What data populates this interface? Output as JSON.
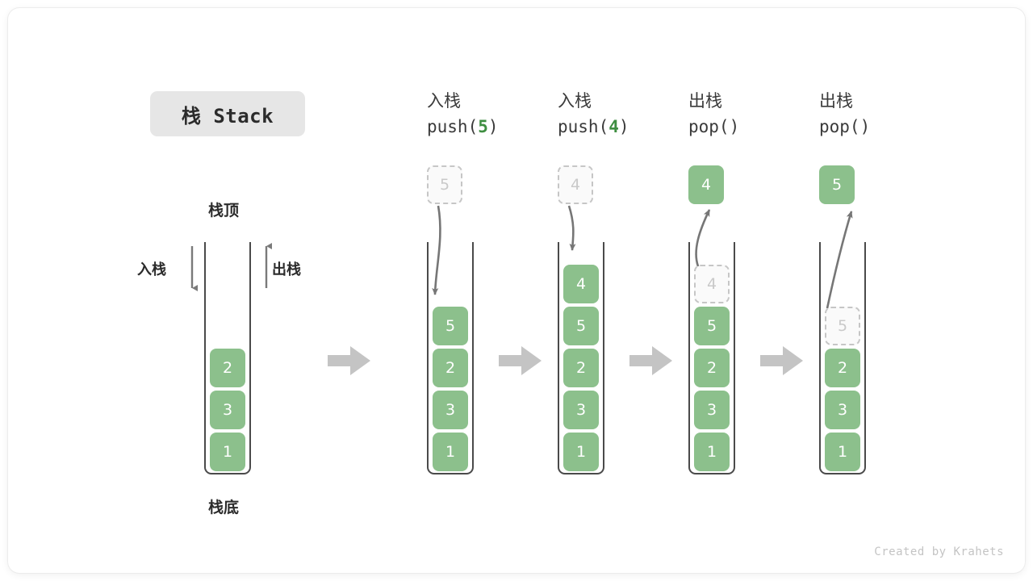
{
  "title": {
    "chip_label": "栈 Stack"
  },
  "labels": {
    "top": "栈顶",
    "bottom": "栈底",
    "push_side": "入栈",
    "pop_side": "出栈"
  },
  "colors": {
    "cell_green": "#8cc08c",
    "accent_green": "#3e8e41",
    "ghost_fill": "#fafafa",
    "ghost_border": "#c6c6c6",
    "ghost_text": "#c9c9c9",
    "wall": "#4a4a4a",
    "flow_arrow": "#c4c4c4",
    "curve_arrow": "#767676",
    "chip_bg": "#e6e6e6",
    "text": "#2b2b2b"
  },
  "columns": [
    {
      "id": "initial",
      "op": "",
      "fn_prefix": "",
      "fn_arg": "",
      "fn_suffix": "",
      "float_box": null,
      "cells_bottom_to_top": [
        "1",
        "3",
        "2"
      ],
      "ghost_top": null
    },
    {
      "id": "push-5",
      "op": "入栈",
      "fn_prefix": "push(",
      "fn_arg": "5",
      "fn_suffix": ")",
      "float_box": {
        "value": "5",
        "style": "ghost"
      },
      "cells_bottom_to_top": [
        "1",
        "3",
        "2",
        "5"
      ],
      "ghost_top": null
    },
    {
      "id": "push-4",
      "op": "入栈",
      "fn_prefix": "push(",
      "fn_arg": "4",
      "fn_suffix": ")",
      "float_box": {
        "value": "4",
        "style": "ghost"
      },
      "cells_bottom_to_top": [
        "1",
        "3",
        "2",
        "5",
        "4"
      ],
      "ghost_top": null
    },
    {
      "id": "pop-1",
      "op": "出栈",
      "fn_prefix": "pop(",
      "fn_arg": "",
      "fn_suffix": ")",
      "float_box": {
        "value": "4",
        "style": "solid"
      },
      "cells_bottom_to_top": [
        "1",
        "3",
        "2",
        "5"
      ],
      "ghost_top": "4"
    },
    {
      "id": "pop-2",
      "op": "出栈",
      "fn_prefix": "pop(",
      "fn_arg": "",
      "fn_suffix": ")",
      "float_box": {
        "value": "5",
        "style": "solid"
      },
      "cells_bottom_to_top": [
        "1",
        "3",
        "2"
      ],
      "ghost_top": "5"
    }
  ],
  "watermark": "Created by Krahets"
}
